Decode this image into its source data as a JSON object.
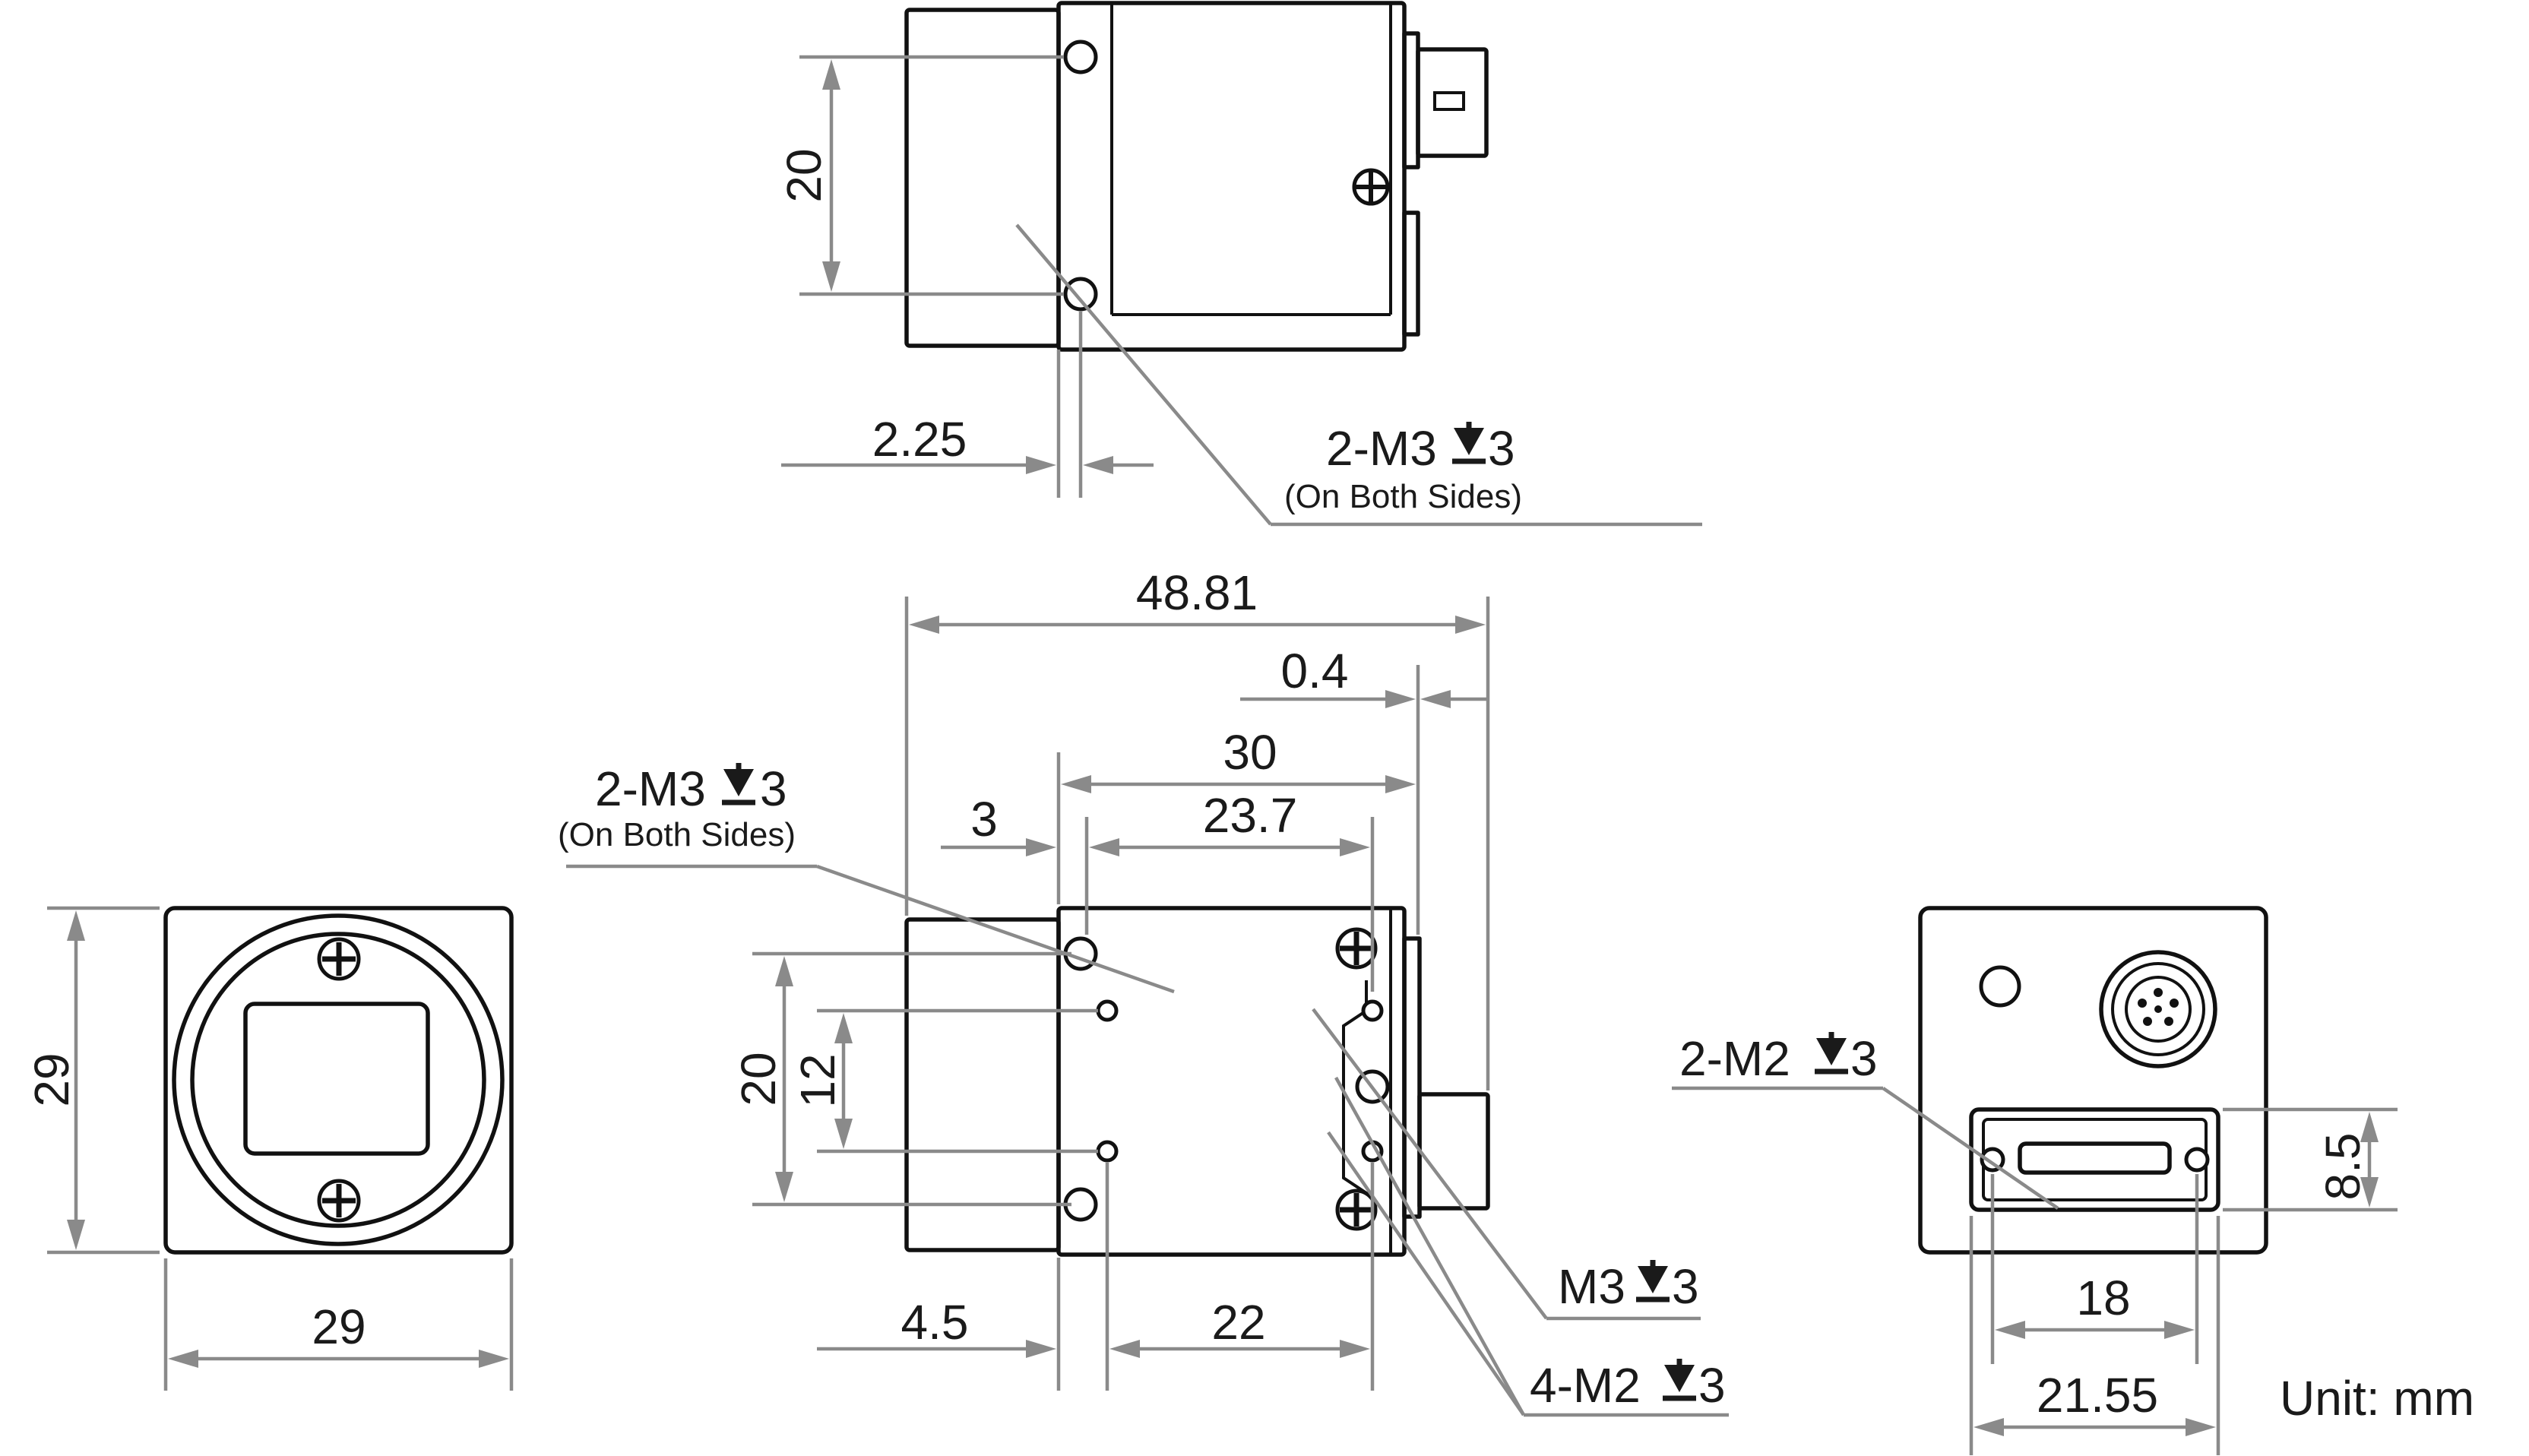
{
  "drawing": {
    "top_view": {
      "dim_height": "20",
      "dim_offset": "2.25",
      "hole_note": "2-M3",
      "hole_note_depth": "3",
      "hole_note_sub": "(On Both Sides)"
    },
    "side_view": {
      "dim_length": "48.81",
      "dim_flange": "0.4",
      "dim_30": "30",
      "dim_23_7": "23.7",
      "dim_3": "3",
      "dim_20": "20",
      "dim_12": "12",
      "dim_4_5": "4.5",
      "dim_22": "22",
      "hole_note_top": "2-M3",
      "hole_note_top_depth": "3",
      "hole_note_top_sub": "(On Both Sides)",
      "hole_note_m3": "M3",
      "hole_note_m3_depth": "3",
      "hole_note_m2": "4-M2",
      "hole_note_m2_depth": "3"
    },
    "front_view": {
      "dim_height": "29",
      "dim_width": "29"
    },
    "rear_view": {
      "hole_note": "2-M2",
      "hole_note_depth": "3",
      "dim_8_5": "8.5",
      "dim_18": "18",
      "dim_21_55": "21.55"
    },
    "unit_label": "Unit: mm"
  }
}
